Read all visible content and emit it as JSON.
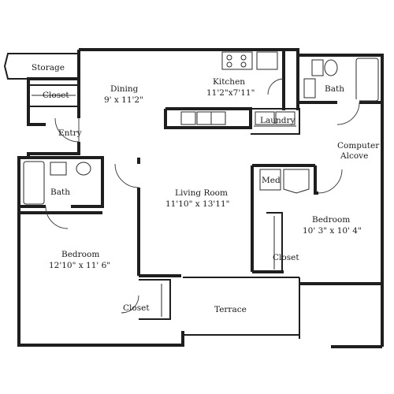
{
  "rooms": {
    "storage": "Storage",
    "closet_entry": "Closet",
    "entry": "Entry",
    "dining_name": "Dining",
    "dining_size": "9' x 11'2\"",
    "kitchen_name": "Kitchen",
    "kitchen_size": "11'2\"x7'11\"",
    "laundry": "Laundry",
    "bath_right": "Bath",
    "computer_1": "Computer",
    "computer_2": "Alcove",
    "bath_left": "Bath",
    "living_name": "Living Room",
    "living_size": "11'10\" x 13'11\"",
    "med": "Med",
    "bedroom_right_name": "Bedroom",
    "bedroom_right_size": "10' 3\" x 10' 4\"",
    "closet_right": "Closet",
    "bedroom_left_name": "Bedroom",
    "bedroom_left_size": "12'10\" x 11' 6\"",
    "closet_left": "Closet",
    "terrace": "Terrace"
  },
  "colors": {
    "wall": "#1e1e1e",
    "background": "#ffffff"
  }
}
